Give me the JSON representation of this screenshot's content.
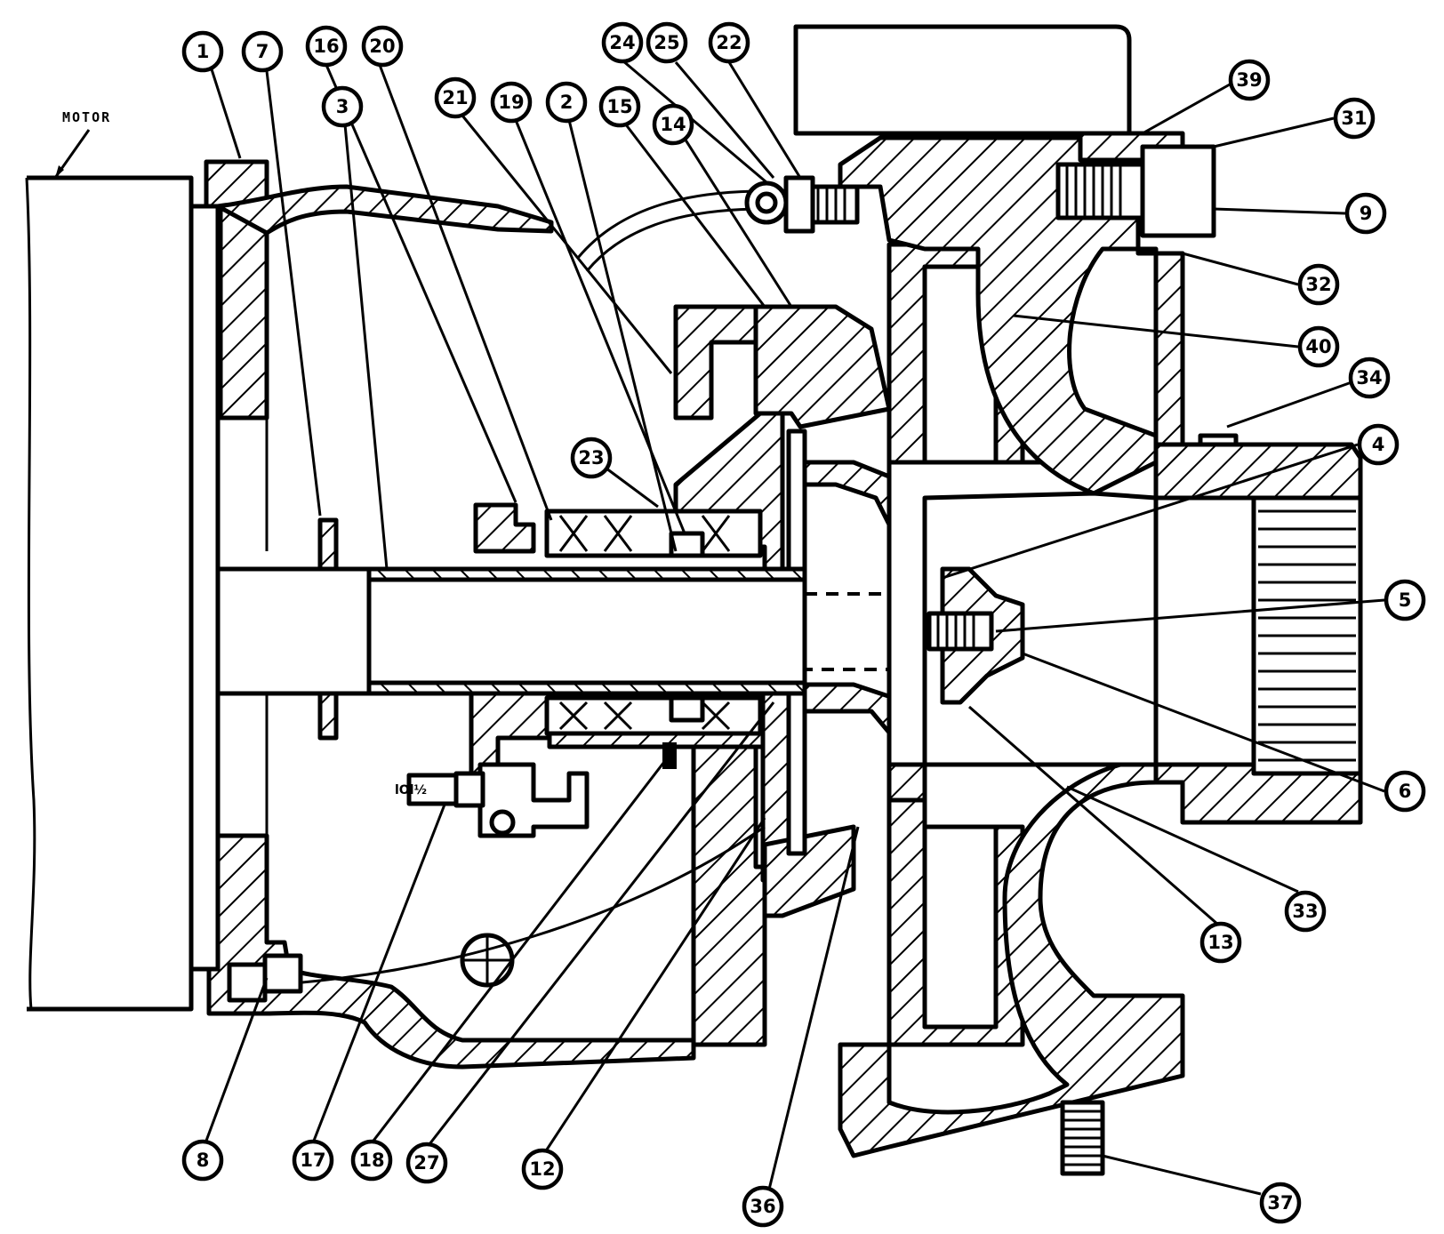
{
  "motor_label": "MOTOR",
  "fitting_label": "lOl½",
  "callouts": {
    "c1": "1",
    "c7": "7",
    "c16": "16",
    "c20": "20",
    "c3": "3",
    "c21": "21",
    "c19": "19",
    "c2": "2",
    "c15": "15",
    "c14": "14",
    "c24": "24",
    "c25": "25",
    "c22": "22",
    "c39": "39",
    "c31": "31",
    "c9": "9",
    "c32": "32",
    "c40": "40",
    "c34": "34",
    "c4": "4",
    "c5": "5",
    "c6": "6",
    "c23": "23",
    "c13": "13",
    "c33": "33",
    "c8": "8",
    "c17": "17",
    "c18": "18",
    "c27": "27",
    "c12": "12",
    "c36": "36",
    "c37": "37"
  }
}
